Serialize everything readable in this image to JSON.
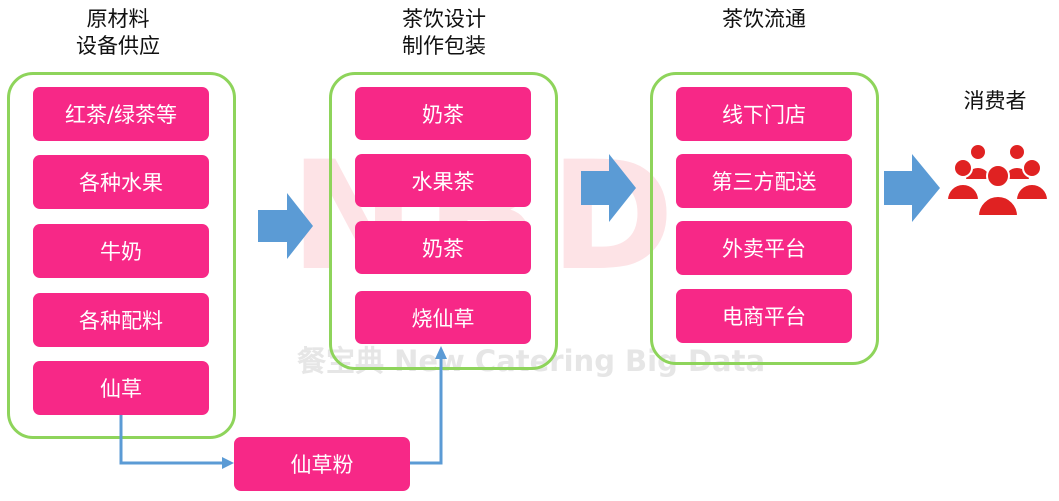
{
  "headings": {
    "col1": [
      "原材料",
      "设备供应"
    ],
    "col2": [
      "茶饮设计",
      "制作包装"
    ],
    "col3": [
      "茶饮流通"
    ],
    "consumer": "消费者"
  },
  "col1_items": [
    "红茶/绿茶等",
    "各种水果",
    "牛奶",
    "各种配料",
    "仙草"
  ],
  "col2_items": [
    "奶茶",
    "水果茶",
    "奶茶",
    "烧仙草"
  ],
  "col3_items": [
    "线下门店",
    "第三方配送",
    "外卖平台",
    "电商平台"
  ],
  "side_item": "仙草粉",
  "watermark": {
    "main": "NBD",
    "sub": "餐宝典 New Catering Big Data"
  },
  "colors": {
    "box": "#f72887",
    "group_border": "#8ed45b",
    "arrow": "#5b9bd5",
    "people": "#e02222"
  },
  "icons": [
    "arrow-right-icon",
    "people-group-icon"
  ]
}
